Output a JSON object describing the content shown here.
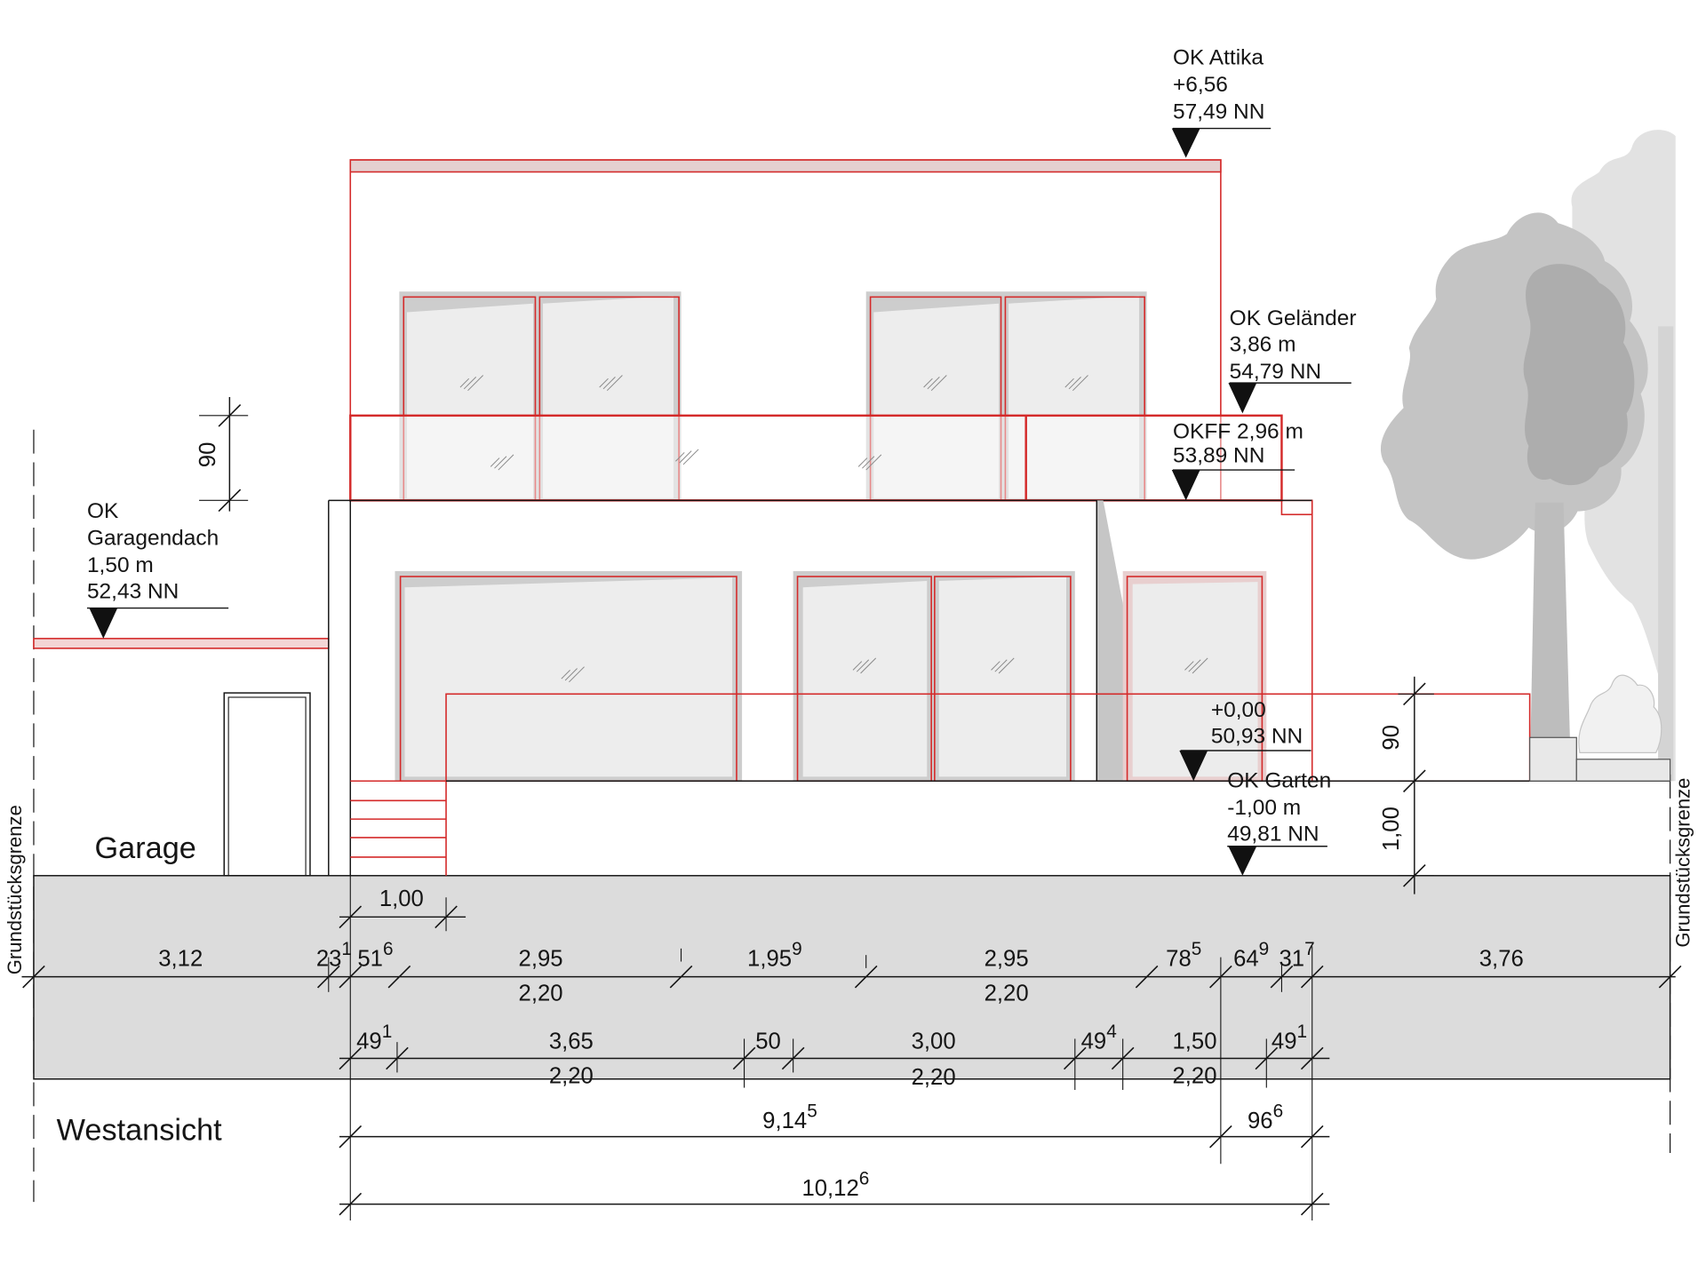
{
  "title": "Westansicht",
  "garage_label": "Garage",
  "property_line": {
    "left": "Grundstücksgrenze",
    "right": "Grundstücksgrenze"
  },
  "levels": {
    "attika": {
      "name": "OK Attika",
      "rel": "+6,56",
      "nn": "57,49 NN"
    },
    "gelaender": {
      "name": "OK Geländer",
      "rel": "3,86 m",
      "nn": "54,79 NN"
    },
    "okff": {
      "name": "OKFF 2,96 m",
      "nn": "53,89 NN"
    },
    "garagendach": {
      "line1": "OK",
      "line2": "Garagendach",
      "rel": "1,50 m",
      "nn": "52,43 NN"
    },
    "zero": {
      "rel": "+0,00",
      "nn": "50,93 NN"
    },
    "garten": {
      "name": "OK Garten",
      "rel": "-1,00 m",
      "nn": "49,81 NN"
    }
  },
  "vertical_dims": {
    "railing_left": "90",
    "terrace_right": "90",
    "garden_right": "1,00"
  },
  "dimensions": {
    "stair_width": "1,00",
    "row1": [
      {
        "w": "3,12"
      },
      {
        "w": "23",
        "sup": "1"
      },
      {
        "w": "51",
        "sup": "6"
      },
      {
        "w": "2,95",
        "h": "2,20"
      },
      {
        "w": "1,95",
        "sup": "9"
      },
      {
        "w": "2,95",
        "h": "2,20"
      },
      {
        "w": "78",
        "sup": "5"
      },
      {
        "w": "64",
        "sup": "9"
      },
      {
        "w": "31",
        "sup": "7"
      },
      {
        "w": "3,76"
      }
    ],
    "row2": [
      {
        "w": "49",
        "sup": "1"
      },
      {
        "w": "3,65",
        "h": "2,20"
      },
      {
        "w": "50"
      },
      {
        "w": "3,00",
        "h": "2,20"
      },
      {
        "w": "49",
        "sup": "4"
      },
      {
        "w": "1,50",
        "h": "2,20"
      },
      {
        "w": "49",
        "sup": "1"
      }
    ],
    "row3": [
      {
        "w": "9,14",
        "sup": "5"
      },
      {
        "w": "96",
        "sup": "6"
      }
    ],
    "total": {
      "w": "10,12",
      "sup": "6"
    }
  },
  "colors": {
    "line_red": "#d42a2a",
    "ground_band": "#dcdcdc",
    "glass": "#ededed",
    "tree_front": "#c4c4c4",
    "tree_back": "#e2e2e2"
  }
}
